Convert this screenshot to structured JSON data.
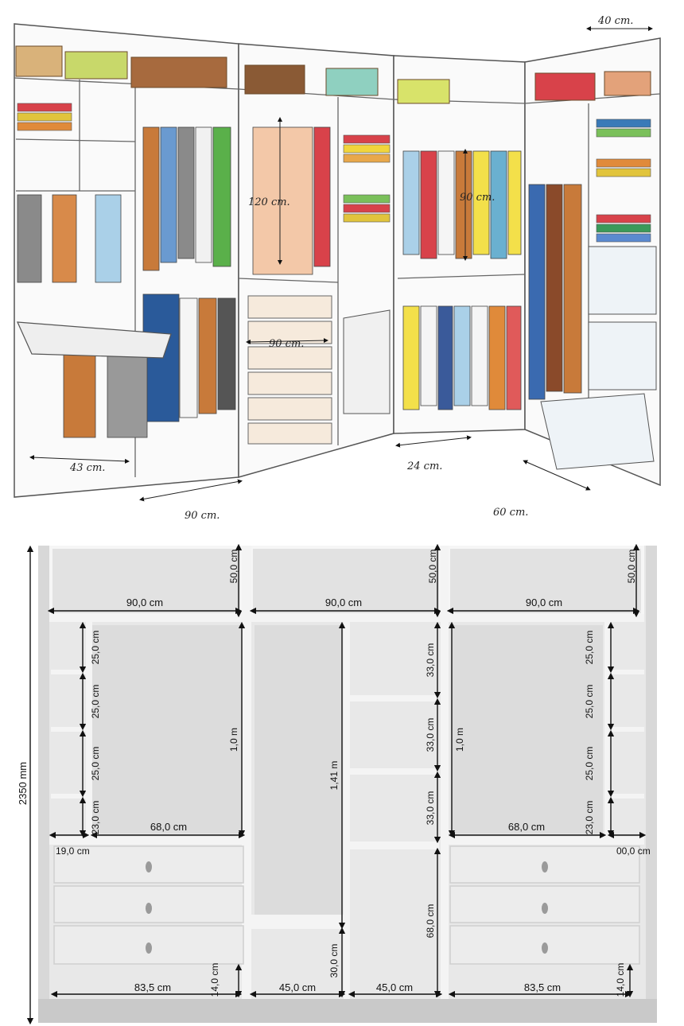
{
  "sketch": {
    "labels": {
      "top_depth": "40 cm.",
      "hang_height_left": "120 cm.",
      "hang_height_corner": "90 cm.",
      "drawer_width": "90 cm.",
      "rail_width": "43 cm.",
      "shelf_width": "24 cm.",
      "bottom_width": "90 cm.",
      "depth_right": "60 cm."
    }
  },
  "elevation": {
    "labels": {
      "total_height": "2350 mm",
      "top_height_1": "50,0 cm",
      "top_height_2": "50,0 cm",
      "top_height_3": "50,0 cm",
      "top_width_1": "90,0 cm",
      "top_width_2": "90,0 cm",
      "top_width_3": "90,0 cm",
      "left_shelf_1": "25,0 cm",
      "left_shelf_2": "25,0 cm",
      "left_shelf_3": "25,0 cm",
      "left_shelf_4": "23,0 cm",
      "left_hang_height": "1,0 m",
      "left_hang_width": "68,0 cm",
      "left_side_width": "19,0 cm",
      "mid_hang_height": "1,41 m",
      "mid_shelf_1": "33,0 cm",
      "mid_shelf_2": "33,0 cm",
      "mid_shelf_3": "33,0 cm",
      "mid_low_hang": "68,0 cm",
      "mid_bottom_shelf": "30,0 cm",
      "mid_bottom_w1": "45,0 cm",
      "mid_bottom_w2": "45,0 cm",
      "right_hang_height": "1,0 m",
      "right_shelf_1": "25,0 cm",
      "right_shelf_2": "25,0 cm",
      "right_shelf_3": "25,0 cm",
      "right_shelf_4": "23,0 cm",
      "right_hang_width": "68,0 cm",
      "right_side_width": "00,0 cm",
      "left_plinth_width": "83,5 cm",
      "left_plinth_height": "14,0 cm",
      "right_plinth_width": "83,5 cm",
      "right_plinth_height": "14,0 cm"
    }
  }
}
